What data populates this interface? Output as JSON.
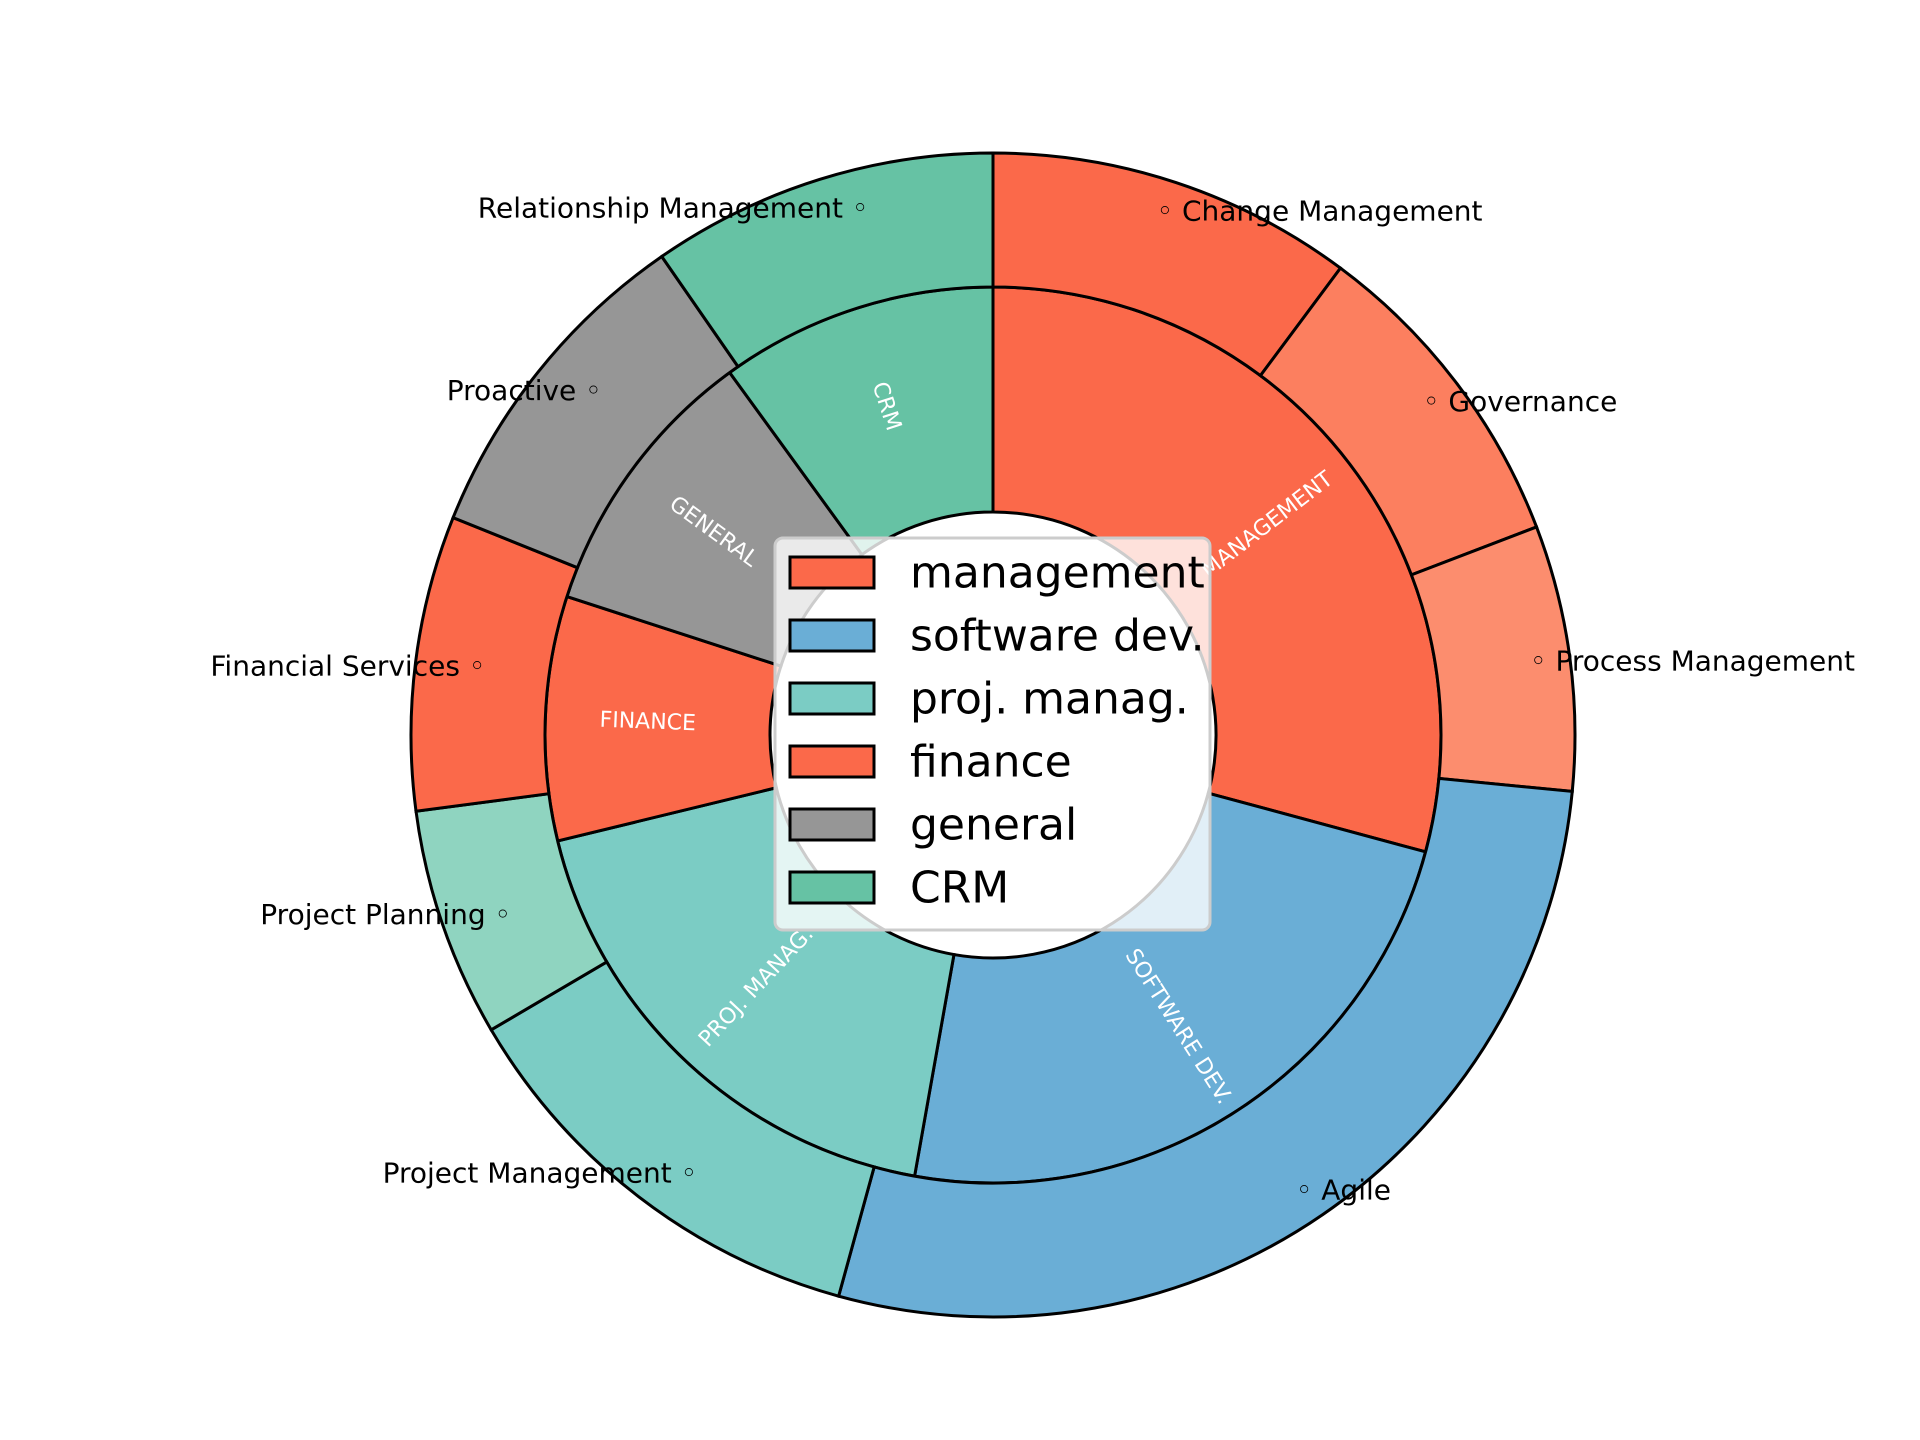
{
  "chart_data": {
    "type": "pie",
    "variant": "nested-donut",
    "start_angle_deg": 90,
    "direction": "clockwise",
    "inner_ring": {
      "labels": [
        "MANAGEMENT",
        "SOFTWARE DEV.",
        "PROJ. MANAG.",
        "FINANCE",
        "GENERAL",
        "CRM"
      ],
      "values": [
        29.2,
        23.6,
        18.4,
        8.8,
        10.0,
        10.0
      ],
      "colors": [
        "#fb694a",
        "#6aaed6",
        "#7bccc4",
        "#fb694a",
        "#969696",
        "#66c2a4"
      ]
    },
    "outer_ring": {
      "labels": [
        "◦ Change Management",
        "◦ Governance",
        "◦ Process Management",
        "◦ Agile",
        "◦ Project Management",
        "◦ Project Planning",
        "◦ Financial Services",
        "◦ Proactive",
        "◦ Relationship Management"
      ],
      "values": [
        11.2,
        9.9,
        8.1,
        30.5,
        13.5,
        7.0,
        9.0,
        10.2,
        10.6
      ],
      "colors": [
        "#fb694a",
        "#fc7f5f",
        "#fc8d6e",
        "#6aaed6",
        "#7bccc4",
        "#8fd4c0",
        "#fb694a",
        "#969696",
        "#66c2a4"
      ]
    },
    "legend": {
      "position": "center",
      "entries": [
        {
          "label": "management",
          "color": "#fb694a"
        },
        {
          "label": "software dev.",
          "color": "#6aaed6"
        },
        {
          "label": "proj. manag.",
          "color": "#7bccc4"
        },
        {
          "label": "finance",
          "color": "#fb694a"
        },
        {
          "label": "general",
          "color": "#969696"
        },
        {
          "label": "CRM",
          "color": "#66c2a4"
        }
      ]
    }
  }
}
